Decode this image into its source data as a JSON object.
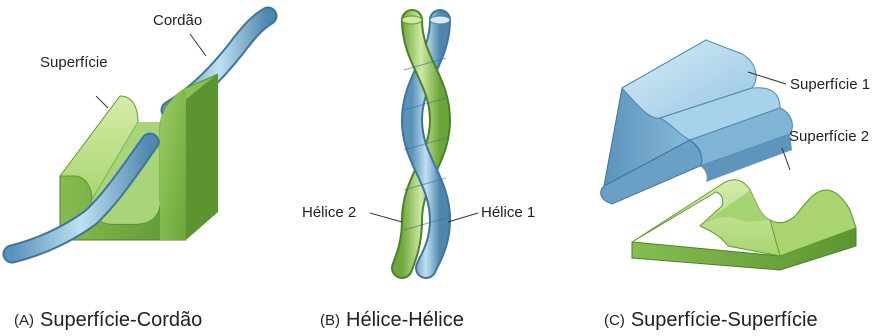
{
  "panels": [
    {
      "letter": "(A)",
      "caption": "Superfície-Cordão",
      "labels": {
        "surface": "Superfície",
        "cord": "Cordão"
      }
    },
    {
      "letter": "(B)",
      "caption": "Hélice-Hélice",
      "labels": {
        "helix_left": "Hélice 2",
        "helix_right": "Hélice 1"
      }
    },
    {
      "letter": "(C)",
      "caption": "Superfície-Superfície",
      "labels": {
        "surface_top": "Superfície 1",
        "surface_bottom": "Superfície 2"
      }
    }
  ],
  "colors": {
    "green_light": "#bfe08a",
    "green": "#8fc45a",
    "green_dark": "#5e9a32",
    "blue_light": "#cfe6f4",
    "blue": "#8cc0df",
    "blue_dark": "#4f86ad"
  }
}
